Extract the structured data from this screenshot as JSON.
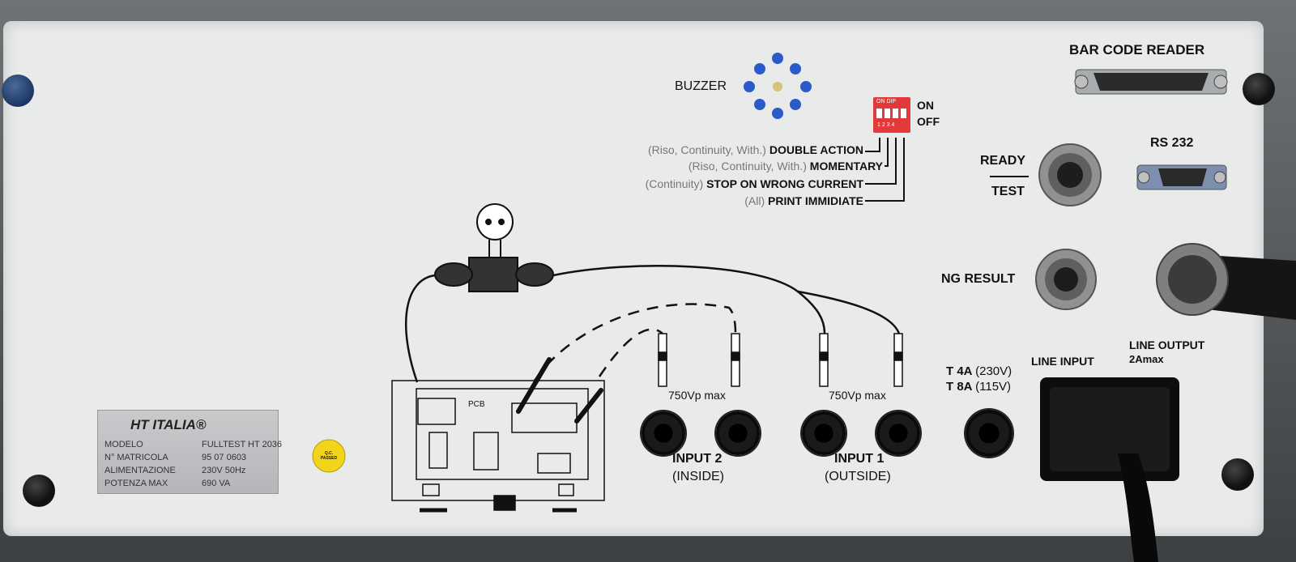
{
  "panel": {
    "buzzer_label": "BUZZER",
    "bar_code_label": "BAR CODE READER",
    "rs232_label": "RS 232",
    "ready_label": "READY",
    "test_label": "TEST",
    "ng_result_label": "NG RESULT",
    "line_input_label": "LINE INPUT",
    "line_output_label": "LINE OUTPUT",
    "line_output_sub": "2Amax",
    "fuse_1": "T 4A",
    "fuse_1_volt": "(230V)",
    "fuse_2": "T 8A",
    "fuse_2_volt": "(115V)",
    "input2_label": "INPUT 2",
    "input2_sub": "(INSIDE)",
    "input1_label": "INPUT 1",
    "input1_sub": "(OUTSIDE)",
    "vmax_1": "750Vp max",
    "vmax_2": "750Vp max",
    "pcb_label": "PCB",
    "qc_label": "Q.C. PASSED"
  },
  "dip_switch": {
    "on_label": "ON",
    "off_label": "OFF",
    "chip_text": "ON DIP",
    "chip_numbers": "1 2 3 4",
    "options": [
      {
        "scope": "(Riso, Continuity, With.)",
        "name": "DOUBLE ACTION"
      },
      {
        "scope": "(Riso, Continuity, With.)",
        "name": "MOMENTARY"
      },
      {
        "scope": "(Continuity)",
        "name": "STOP ON WRONG CURRENT"
      },
      {
        "scope": "(All)",
        "name": "PRINT IMMIDIATE"
      }
    ]
  },
  "nameplate": {
    "brand": "HT ITALIA®",
    "rows": [
      {
        "key": "MODELO",
        "value": "FULLTEST HT 2036"
      },
      {
        "key": "N° MATRICOLA",
        "value": "95 07 0603"
      },
      {
        "key": "ALIMENTAZIONE",
        "value": "230V 50Hz"
      },
      {
        "key": "POTENZA MAX",
        "value": "690 VA"
      }
    ]
  }
}
